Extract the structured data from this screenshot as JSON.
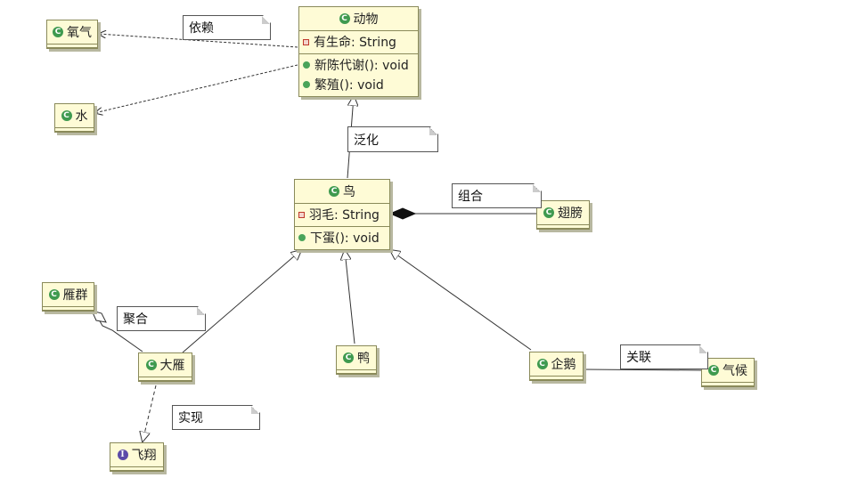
{
  "classes": {
    "animal": {
      "name": "动物",
      "icon": "class-icon",
      "attributes": [
        {
          "visibility": "private",
          "text": "有生命: String"
        }
      ],
      "operations": [
        {
          "visibility": "public",
          "text": "新陈代谢(): void"
        },
        {
          "visibility": "public",
          "text": "繁殖(): void"
        }
      ]
    },
    "oxygen": {
      "name": "氧气",
      "icon": "class-icon"
    },
    "water": {
      "name": "水",
      "icon": "class-icon"
    },
    "bird": {
      "name": "鸟",
      "icon": "class-icon",
      "attributes": [
        {
          "visibility": "private",
          "text": "羽毛: String"
        }
      ],
      "operations": [
        {
          "visibility": "public",
          "text": "下蛋(): void"
        }
      ]
    },
    "wing": {
      "name": "翅膀",
      "icon": "class-icon"
    },
    "goose_flock": {
      "name": "雁群",
      "icon": "class-icon"
    },
    "wild_goose": {
      "name": "大雁",
      "icon": "class-icon"
    },
    "duck": {
      "name": "鸭",
      "icon": "class-icon"
    },
    "penguin": {
      "name": "企鹅",
      "icon": "class-icon"
    },
    "climate": {
      "name": "气候",
      "icon": "class-icon"
    },
    "fly": {
      "name": "飞翔",
      "icon": "interface-icon"
    }
  },
  "notes": {
    "dependency": "依赖",
    "generalization": "泛化",
    "composition": "组合",
    "aggregation": "聚合",
    "association": "关联",
    "realization": "实现"
  },
  "colors": {
    "class_fill": "#fefbd6",
    "class_border": "#8a8a5a",
    "class_icon": "#3f9a4f",
    "interface_icon": "#5b4aa8",
    "line": "#333333"
  }
}
